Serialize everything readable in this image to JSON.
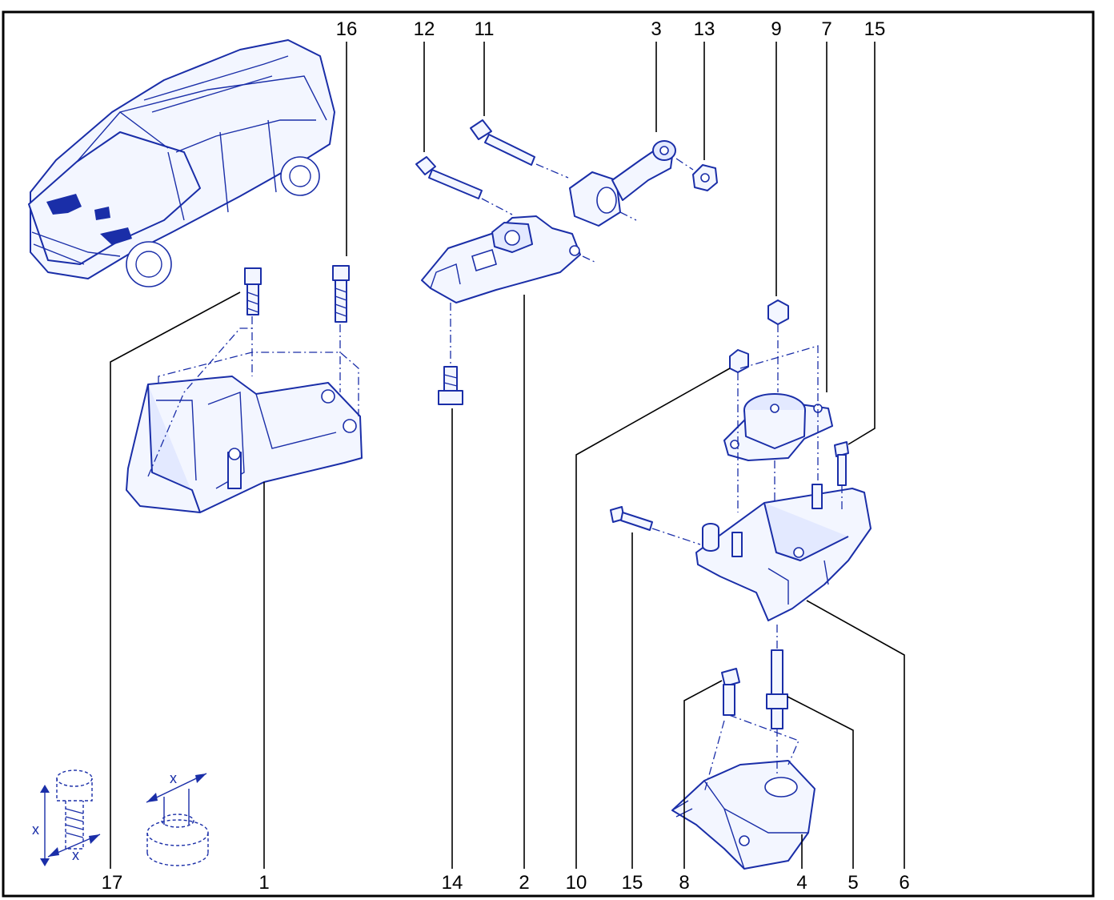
{
  "labels": {
    "top": [
      "16",
      "12",
      "11",
      "3",
      "13",
      "9",
      "7",
      "15"
    ],
    "bottom": [
      "17",
      "1",
      "14",
      "2",
      "10",
      "15",
      "8",
      "4",
      "5",
      "6"
    ]
  },
  "detail_marks": {
    "bolt_dimension": "x",
    "nut_dimension": "x"
  },
  "colors": {
    "line": "#1a2ea8",
    "text": "#000000",
    "frame": "#000000"
  }
}
